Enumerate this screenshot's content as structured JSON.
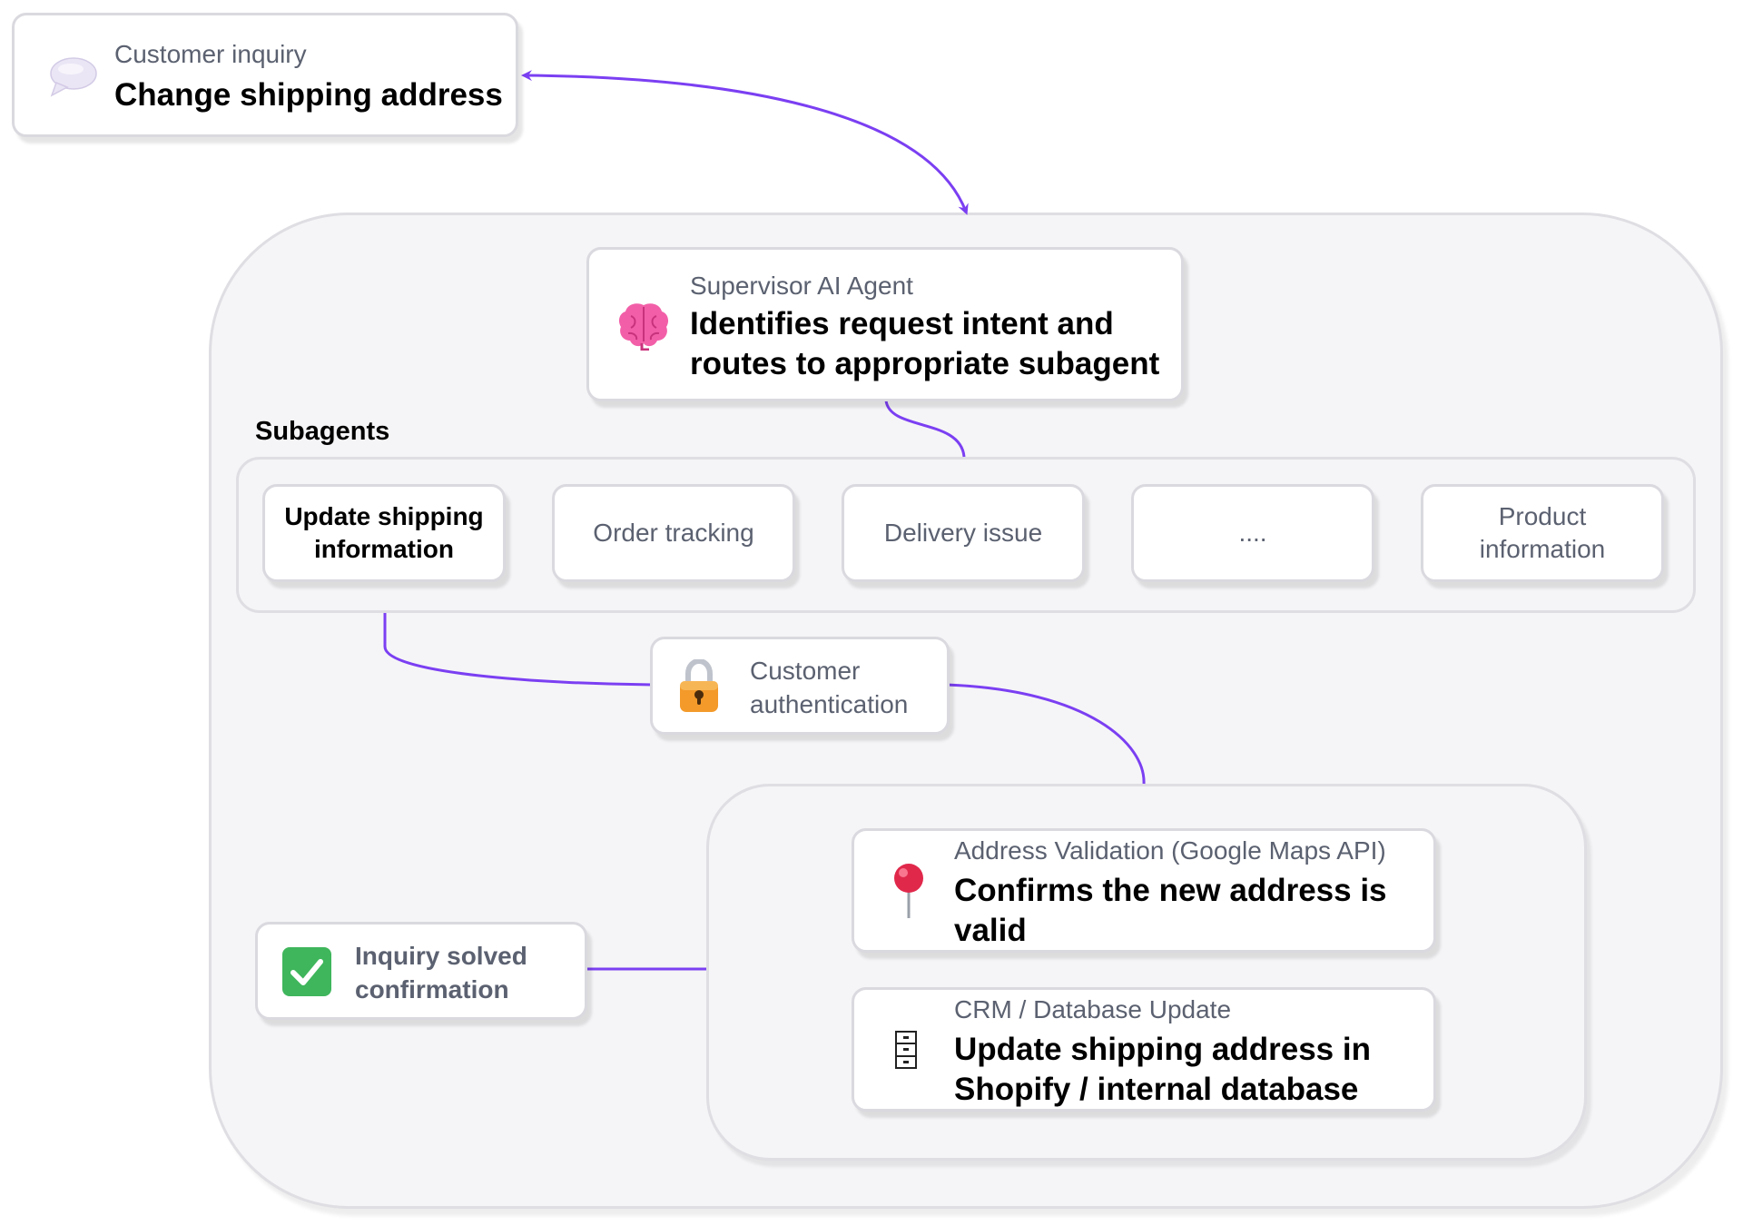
{
  "customer_inquiry": {
    "label": "Customer inquiry",
    "title": "Change shipping address",
    "icon": "speech-bubble-icon"
  },
  "supervisor": {
    "label": "Supervisor AI Agent",
    "title_line1": "Identifies request intent and",
    "title_line2": "routes to appropriate subagent",
    "icon": "brain-icon"
  },
  "subagents": {
    "heading": "Subagents",
    "items": [
      {
        "line1": "Update shipping",
        "line2": "information",
        "active": true
      },
      {
        "line1": "Order tracking",
        "line2": "",
        "active": false
      },
      {
        "line1": "Delivery issue",
        "line2": "",
        "active": false
      },
      {
        "line1": "....",
        "line2": "",
        "active": false
      },
      {
        "line1": "Product",
        "line2": "information",
        "active": false
      }
    ]
  },
  "authentication": {
    "line1": "Customer",
    "line2": "authentication",
    "icon": "padlock-icon"
  },
  "address_validation": {
    "label": "Address Validation (Google Maps API)",
    "title_line1": "Confirms the new address is",
    "title_line2": "valid",
    "icon": "pushpin-icon"
  },
  "crm_update": {
    "label": "CRM / Database Update",
    "title_line1": "Update shipping address in",
    "title_line2": "Shopify / internal database",
    "icon": "file-cabinet-icon"
  },
  "confirmation": {
    "line1": "Inquiry solved",
    "line2": "confirmation",
    "icon": "check-mark-icon"
  },
  "colors": {
    "connector": "#7b3ff2",
    "panel_bg": "#f5f5f7",
    "panel_border": "#dedee3",
    "muted_text": "#5b6170",
    "confirm_green": "#3fb65c",
    "lock_orange": "#f39a2b",
    "pin_red": "#e0284b",
    "brain_pink": "#f25fa8"
  }
}
